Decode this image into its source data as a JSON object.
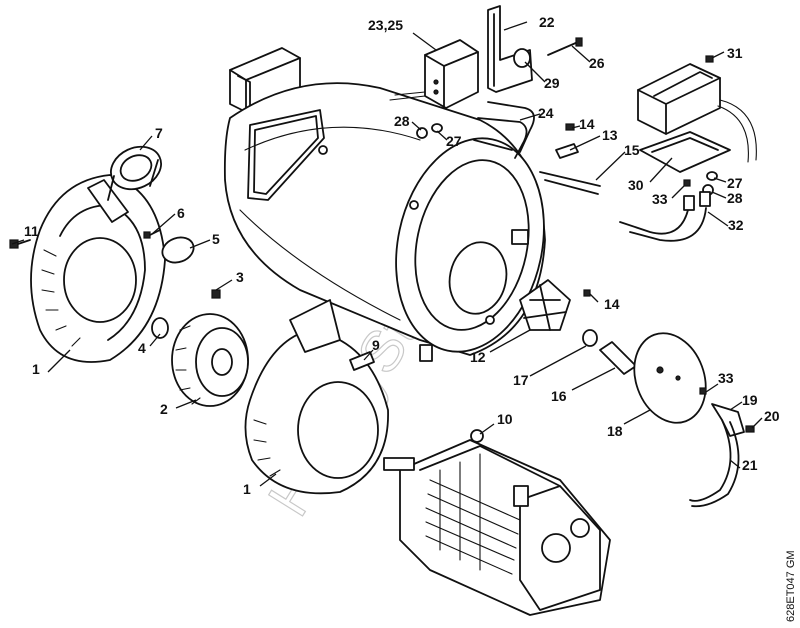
{
  "drawing_code": "628ET047 GM",
  "watermark": "HobbyStore.it",
  "callouts": [
    {
      "id": "c-23-25",
      "text": "23,25"
    },
    {
      "id": "c-22",
      "text": "22"
    },
    {
      "id": "c-26",
      "text": "26"
    },
    {
      "id": "c-29",
      "text": "29"
    },
    {
      "id": "c-31",
      "text": "31"
    },
    {
      "id": "c-24",
      "text": "24"
    },
    {
      "id": "c-28a",
      "text": "28"
    },
    {
      "id": "c-27a",
      "text": "27"
    },
    {
      "id": "c-14a",
      "text": "14"
    },
    {
      "id": "c-13",
      "text": "13"
    },
    {
      "id": "c-15",
      "text": "15"
    },
    {
      "id": "c-7",
      "text": "7"
    },
    {
      "id": "c-30",
      "text": "30"
    },
    {
      "id": "c-27b",
      "text": "27"
    },
    {
      "id": "c-33a",
      "text": "33"
    },
    {
      "id": "c-28b",
      "text": "28"
    },
    {
      "id": "c-11",
      "text": "11"
    },
    {
      "id": "c-6",
      "text": "6"
    },
    {
      "id": "c-5",
      "text": "5"
    },
    {
      "id": "c-32",
      "text": "32"
    },
    {
      "id": "c-3",
      "text": "3"
    },
    {
      "id": "c-14b",
      "text": "14"
    },
    {
      "id": "c-4",
      "text": "4"
    },
    {
      "id": "c-1a",
      "text": "1"
    },
    {
      "id": "c-9",
      "text": "9"
    },
    {
      "id": "c-12",
      "text": "12"
    },
    {
      "id": "c-17",
      "text": "17"
    },
    {
      "id": "c-2",
      "text": "2"
    },
    {
      "id": "c-16",
      "text": "16"
    },
    {
      "id": "c-33b",
      "text": "33"
    },
    {
      "id": "c-19",
      "text": "19"
    },
    {
      "id": "c-10",
      "text": "10"
    },
    {
      "id": "c-20",
      "text": "20"
    },
    {
      "id": "c-18",
      "text": "18"
    },
    {
      "id": "c-21",
      "text": "21"
    },
    {
      "id": "c-1b",
      "text": "1"
    }
  ]
}
